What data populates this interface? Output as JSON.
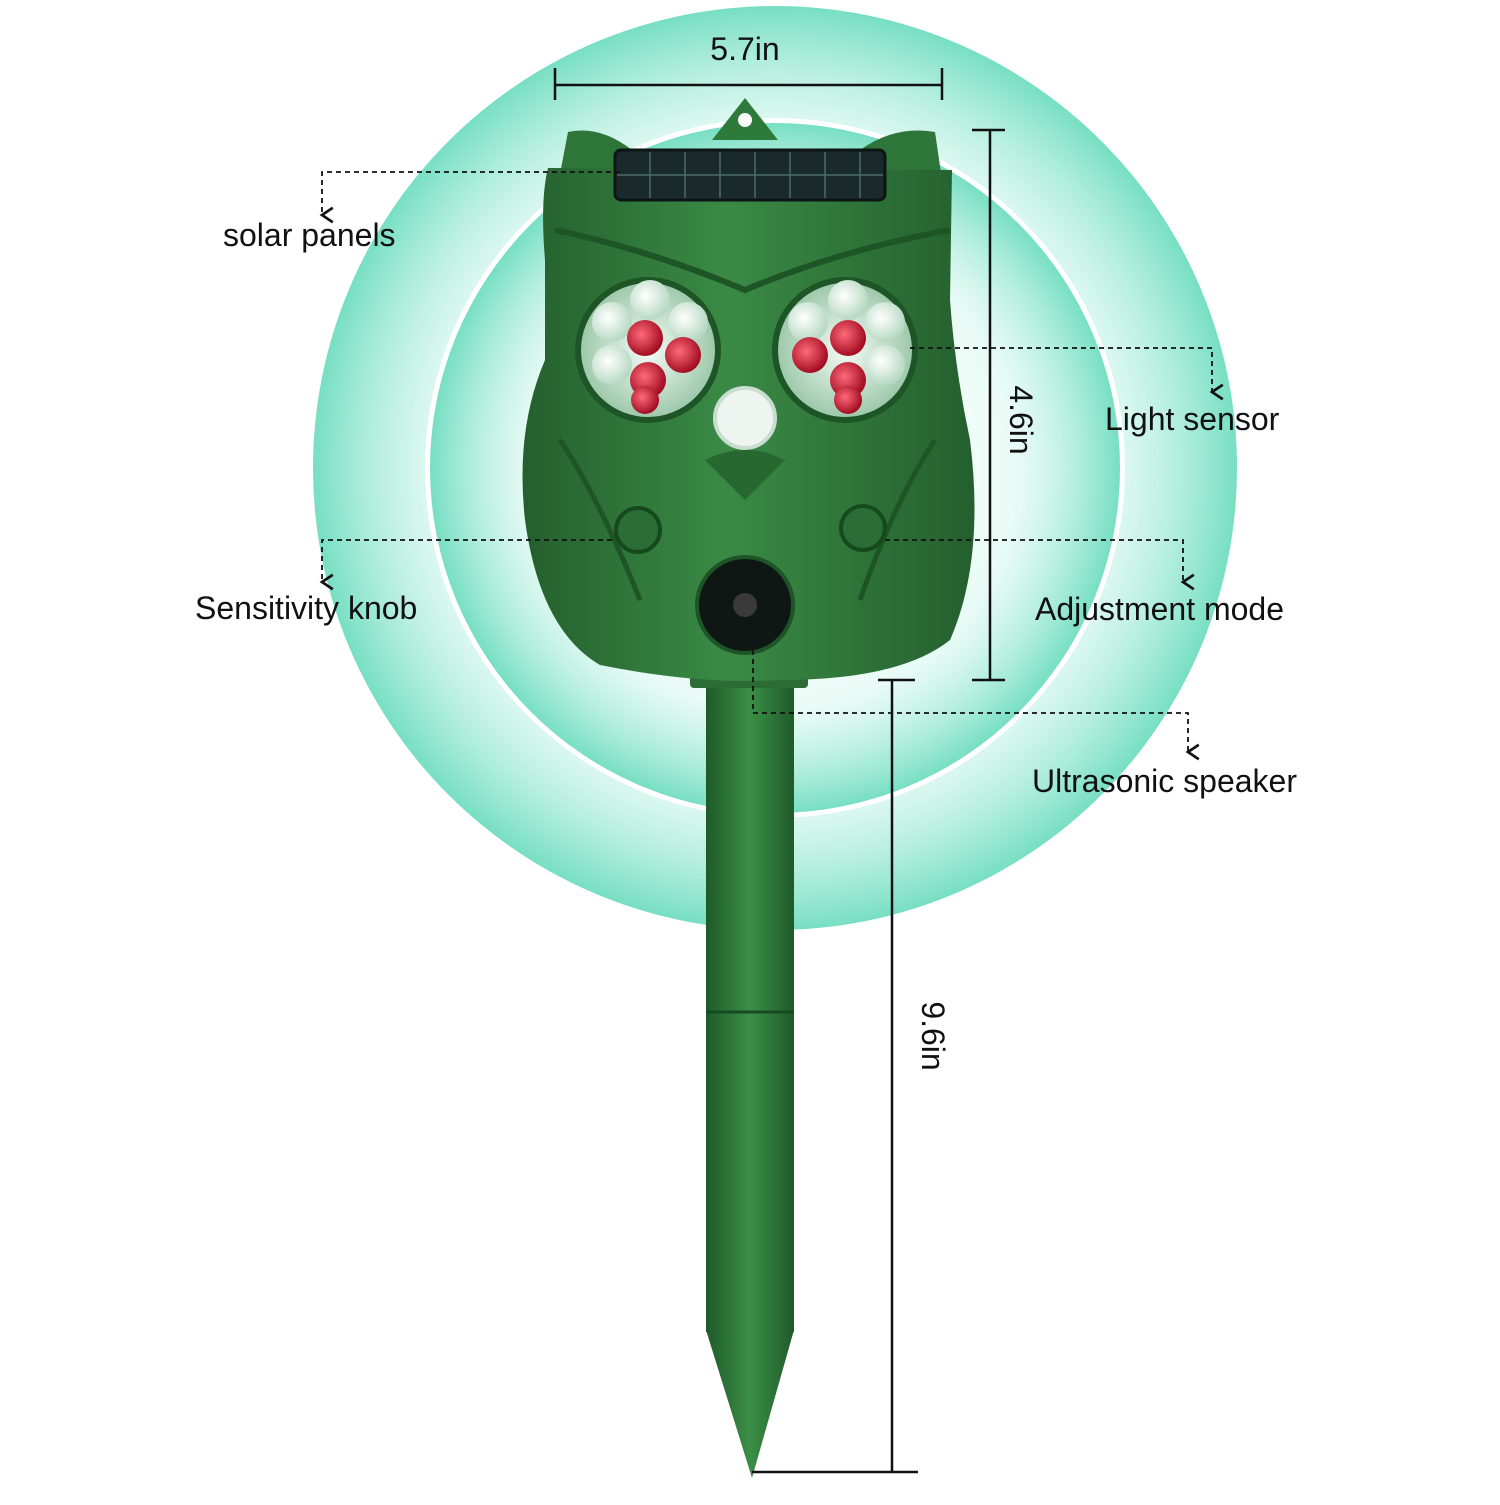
{
  "dimensions": {
    "width": "5.7in",
    "body_height": "4.6in",
    "stake_height": "9.6in"
  },
  "callouts": {
    "solar_panels": "solar panels",
    "light_sensor": "Light sensor",
    "sensitivity_knob": "Sensitivity knob",
    "adjustment_mode": "Adjustment mode",
    "ultrasonic_speaker": "Ultrasonic speaker"
  },
  "colors": {
    "body_green": "#2e7a3a",
    "dark_green": "#1f5e2a",
    "ring_teal": "#7fe0c8",
    "led_red": "#c8102e",
    "led_white": "#e8f4ee"
  }
}
